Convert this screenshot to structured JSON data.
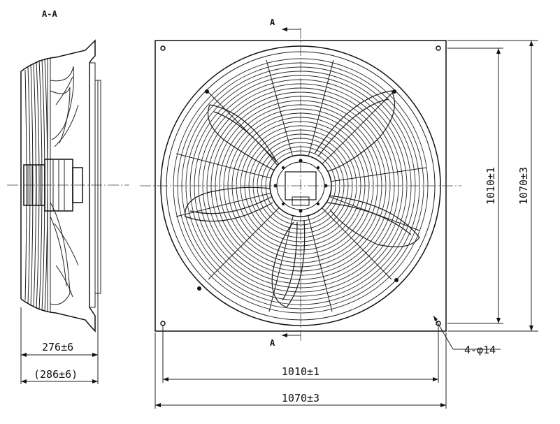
{
  "labels": {
    "section_title": "A-A",
    "section_marker_top": "A",
    "section_marker_bottom": "A",
    "hole_spec": "4-φ14"
  },
  "dimensions": {
    "depth": "276±6",
    "depth_overall": "(286±6)",
    "hole_spacing_horizontal": "1010±1",
    "width_overall": "1070±3",
    "hole_spacing_vertical": "1010±1",
    "height_overall": "1070±3"
  },
  "colors": {
    "line": "#111111",
    "background": "#ffffff",
    "grille": "#2a2a2a",
    "guard_fill": "#f7f7f7"
  }
}
